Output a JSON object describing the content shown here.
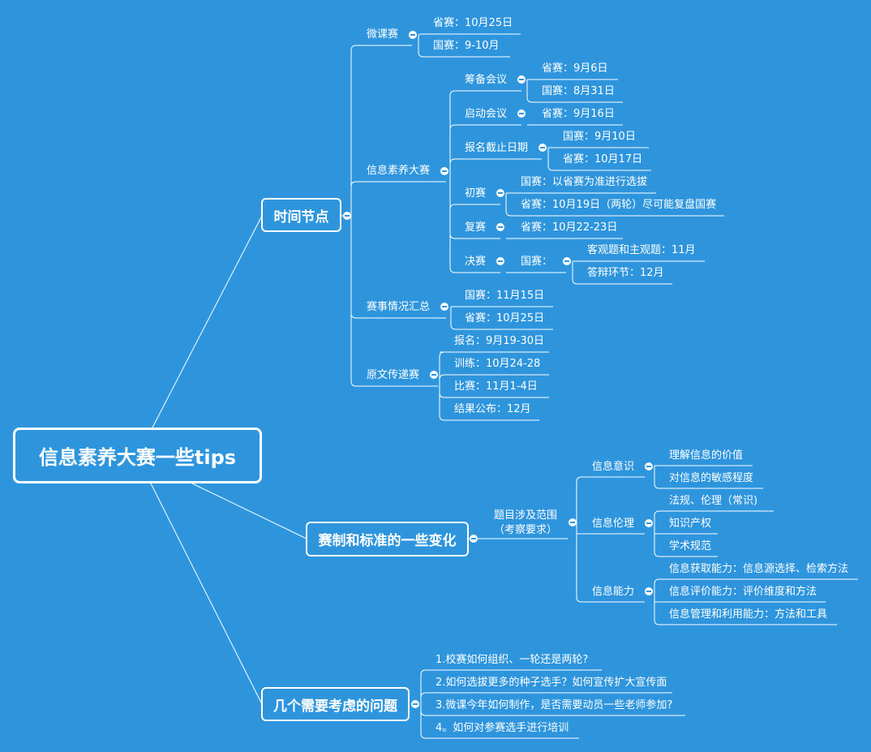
{
  "root": "信息素养大赛一些tips",
  "branches": {
    "time": {
      "label": "时间节点",
      "weike": {
        "label": "微课赛",
        "items": [
          "省赛：10月25日",
          "国赛：9-10月"
        ]
      },
      "xinxi": {
        "label": "信息素养大赛",
        "choubei": {
          "label": "筹备会议",
          "items": [
            "省赛：9月6日",
            "国赛：8月31日"
          ]
        },
        "qidong": {
          "label": "启动会议",
          "items": [
            "省赛：9月16日"
          ]
        },
        "baoming": {
          "label": "报名截止日期",
          "items": [
            "国赛：9月10日",
            "省赛：10月17日"
          ]
        },
        "chusai": {
          "label": "初赛",
          "items": [
            "国赛：以省赛为准进行选拔",
            "省赛：10月19日（两轮）尽可能复盘国赛"
          ]
        },
        "fusai": {
          "label": "复赛",
          "items": [
            "省赛：10月22-23日"
          ]
        },
        "juesai": {
          "label": "决赛",
          "guosai": "国赛：",
          "items": [
            "客观题和主观题：11月",
            "答辩环节：12月"
          ]
        }
      },
      "huizong": {
        "label": "赛事情况汇总",
        "items": [
          "国赛：11月15日",
          "省赛：10月25日"
        ]
      },
      "yuanwen": {
        "label": "原文传递赛",
        "items": [
          "报名：9月19-30日",
          "训练：10月24-28",
          "比赛：11月1-4日",
          "结果公布：12月"
        ]
      }
    },
    "changes": {
      "label": "赛制和标准的一些变化",
      "scope": {
        "line1": "题目涉及范围",
        "line2": "（考察要求）"
      },
      "yishi": {
        "label": "信息意识",
        "items": [
          "理解信息的价值",
          "对信息的敏感程度"
        ]
      },
      "lunli": {
        "label": "信息伦理",
        "items": [
          "法规、伦理（常识)",
          "知识产权",
          "学术规范"
        ]
      },
      "nengli": {
        "label": "信息能力",
        "items": [
          "信息获取能力：信息源选择、检索方法",
          "信息评价能力：评价维度和方法",
          "信息管理和利用能力：方法和工具"
        ]
      }
    },
    "questions": {
      "label": "几个需要考虑的问题",
      "items": [
        "1.校赛如何组织、一轮还是两轮?",
        "2.如何选拔更多的种子选手？如何宣传扩大宣传面",
        "3.微课今年如何制作，是否需要动员一些老师参加?",
        "4。如何对参赛选手进行培训"
      ]
    }
  }
}
